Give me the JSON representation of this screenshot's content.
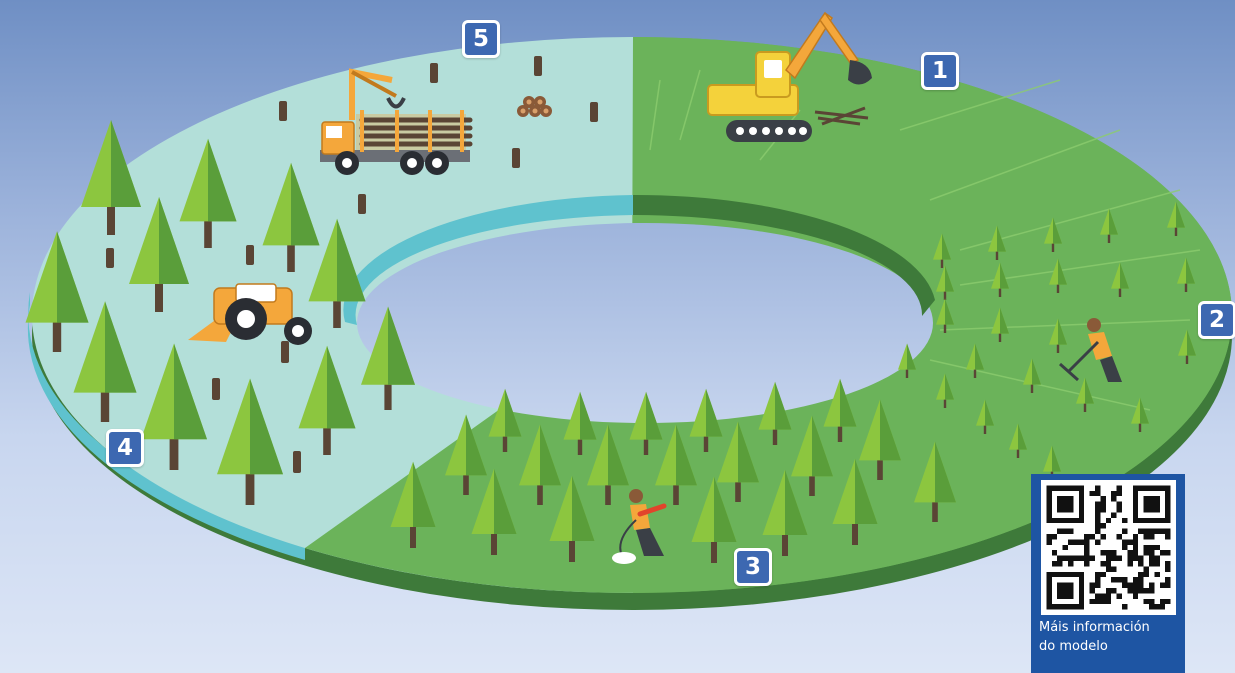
{
  "steps": [
    {
      "number": "1",
      "stage": "site-preparation"
    },
    {
      "number": "2",
      "stage": "planting"
    },
    {
      "number": "3",
      "stage": "clearing-and-thinning"
    },
    {
      "number": "4",
      "stage": "mature-forest-thinning"
    },
    {
      "number": "5",
      "stage": "final-harvest"
    }
  ],
  "qr": {
    "caption_line1": "Máis información",
    "caption_line2": "do modelo"
  },
  "colors": {
    "sky_top": "#6f8fc4",
    "sky_bottom": "#dde6f6",
    "grass": "#6bb35a",
    "grass_edge": "#3e7a3a",
    "clearing": "#b3dfd9",
    "clearing_edge": "#5fc2ce",
    "tree_light": "#8cc63f",
    "tree_dark": "#5a9e3a",
    "trunk": "#5a4535",
    "machine_orange": "#f4a73b",
    "excavator_yellow": "#f4d23b",
    "badge_blue": "#3d68b1",
    "qr_blue": "#1e55a3"
  }
}
